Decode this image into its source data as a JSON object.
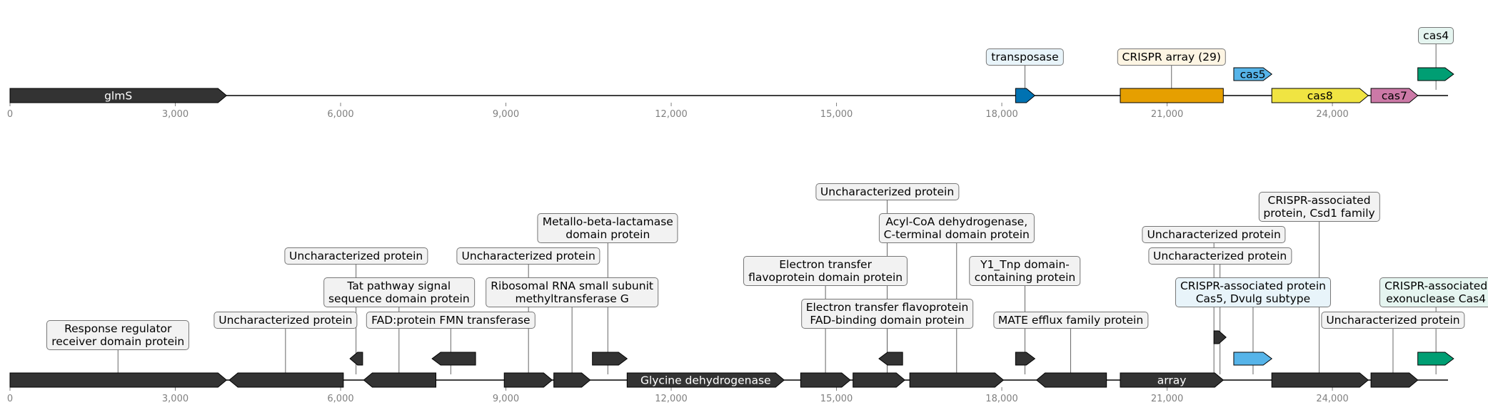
{
  "axis": {
    "ticks": [
      0,
      3000,
      6000,
      9000,
      12000,
      15000,
      18000,
      21000,
      24000
    ],
    "tick_labels": [
      "0",
      "3,000",
      "6,000",
      "9,000",
      "12,000",
      "15,000",
      "18,000",
      "21,000",
      "24,000"
    ]
  },
  "colors": {
    "dark": "#333333",
    "blue": "#0072b2",
    "orange": "#e69f00",
    "sky": "#56b4e9",
    "yellow": "#f0e442",
    "pink": "#cc79a7",
    "green": "#009e73"
  },
  "tracks": [
    {
      "id": "top",
      "genes": [
        {
          "start": 0,
          "end": 3930,
          "strand": 1,
          "color": "dark",
          "label": "glmS"
        },
        {
          "start": 18250,
          "end": 18600,
          "strand": 1,
          "color": "blue",
          "label": ""
        },
        {
          "start": 20150,
          "end": 22020,
          "strand": 0,
          "color": "orange",
          "label": ""
        },
        {
          "start": 22900,
          "end": 24650,
          "strand": 1,
          "color": "yellow",
          "label": "cas8"
        },
        {
          "start": 24700,
          "end": 25550,
          "strand": 1,
          "color": "pink",
          "label": "cas7"
        }
      ],
      "raised": [
        {
          "start": 22210,
          "end": 22900,
          "strand": 1,
          "color": "sky",
          "label": "cas5"
        },
        {
          "start": 25550,
          "end": 26200,
          "strand": 1,
          "color": "green",
          "label": ""
        }
      ],
      "callouts": [
        {
          "pos": 18420,
          "text": "transposase",
          "level": 1,
          "bg": "#e8f4fa"
        },
        {
          "pos": 21080,
          "text": "CRISPR array (29)",
          "level": 1,
          "bg": "#fdf5e3"
        },
        {
          "pos": 25880,
          "text": "cas4",
          "level": 2,
          "bg": "#e5f5f0"
        }
      ]
    },
    {
      "id": "bottom",
      "genes": [
        {
          "start": 0,
          "end": 3930,
          "strand": 1,
          "color": "dark",
          "label": ""
        },
        {
          "start": 3980,
          "end": 6050,
          "strand": -1,
          "color": "dark",
          "label": ""
        },
        {
          "start": 6420,
          "end": 7730,
          "strand": -1,
          "color": "dark",
          "label": ""
        },
        {
          "start": 8970,
          "end": 9840,
          "strand": 1,
          "color": "dark",
          "label": ""
        },
        {
          "start": 9870,
          "end": 10530,
          "strand": 1,
          "color": "dark",
          "label": ""
        },
        {
          "start": 11200,
          "end": 14050,
          "strand": 1,
          "color": "dark",
          "label": "Glycine dehydrogenase"
        },
        {
          "start": 14350,
          "end": 15250,
          "strand": 1,
          "color": "dark",
          "label": ""
        },
        {
          "start": 15300,
          "end": 16240,
          "strand": 1,
          "color": "dark",
          "label": ""
        },
        {
          "start": 16330,
          "end": 18030,
          "strand": 1,
          "color": "dark",
          "label": ""
        },
        {
          "start": 18630,
          "end": 19900,
          "strand": -1,
          "color": "dark",
          "label": ""
        },
        {
          "start": 20150,
          "end": 22020,
          "strand": 1,
          "color": "dark",
          "label": "array"
        },
        {
          "start": 22900,
          "end": 24650,
          "strand": 1,
          "color": "dark",
          "label": ""
        },
        {
          "start": 24700,
          "end": 25550,
          "strand": 1,
          "color": "dark",
          "label": ""
        }
      ],
      "raised": [
        {
          "start": 6170,
          "end": 6400,
          "strand": -1,
          "color": "dark",
          "label": ""
        },
        {
          "start": 7660,
          "end": 8450,
          "strand": -1,
          "color": "dark",
          "label": ""
        },
        {
          "start": 10570,
          "end": 11200,
          "strand": 1,
          "color": "dark",
          "label": ""
        },
        {
          "start": 15770,
          "end": 16200,
          "strand": -1,
          "color": "dark",
          "label": ""
        },
        {
          "start": 18250,
          "end": 18600,
          "strand": 1,
          "color": "dark",
          "label": ""
        },
        {
          "start": 22210,
          "end": 22900,
          "strand": 1,
          "color": "sky",
          "label": ""
        },
        {
          "start": 25550,
          "end": 26200,
          "strand": 1,
          "color": "green",
          "label": ""
        }
      ],
      "raised_high": [
        {
          "start": 21850,
          "end": 22070,
          "strand": 1,
          "color": "dark",
          "label": ""
        }
      ],
      "callouts": [
        {
          "pos": 1960,
          "text": "Response regulator\nreceiver domain protein",
          "level": 1,
          "bg": "#f2f2f2"
        },
        {
          "pos": 5000,
          "text": "Uncharacterized protein",
          "level": 2,
          "bg": "#f2f2f2"
        },
        {
          "pos": 6280,
          "text": "Uncharacterized protein",
          "level": 5,
          "bg": "#f2f2f2"
        },
        {
          "pos": 7060,
          "text": "Tat pathway signal\nsequence domain protein",
          "level": 3,
          "bg": "#f2f2f2"
        },
        {
          "pos": 8000,
          "text": "FAD:protein FMN transferase",
          "level": 2,
          "bg": "#f2f2f2"
        },
        {
          "pos": 9410,
          "text": "Uncharacterized protein",
          "level": 5,
          "bg": "#f2f2f2"
        },
        {
          "pos": 10200,
          "text": "Ribosomal RNA small subunit\nmethyltransferase G",
          "level": 3,
          "bg": "#f2f2f2"
        },
        {
          "pos": 10850,
          "text": "Metallo-beta-lactamase\ndomain protein",
          "level": 6,
          "bg": "#f2f2f2"
        },
        {
          "pos": 14800,
          "text": "Electron transfer\nflavoprotein domain protein",
          "level": 4,
          "bg": "#f2f2f2"
        },
        {
          "pos": 15920,
          "text": "Electron transfer flavoprotein\nFAD-binding domain protein",
          "level": 2,
          "bg": "#f2f2f2"
        },
        {
          "pos": 15920,
          "text": "Uncharacterized protein",
          "level": 8,
          "bg": "#f2f2f2"
        },
        {
          "pos": 17180,
          "text": "Acyl-CoA dehydrogenase,\nC-terminal domain protein",
          "level": 6,
          "bg": "#f2f2f2"
        },
        {
          "pos": 18420,
          "text": "Y1_Tnp domain-\ncontaining protein",
          "level": 4,
          "bg": "#f2f2f2"
        },
        {
          "pos": 19250,
          "text": "MATE efflux family protein",
          "level": 2,
          "bg": "#f2f2f2"
        },
        {
          "pos": 21850,
          "text": "Uncharacterized protein",
          "level": 6,
          "bg": "#f2f2f2"
        },
        {
          "pos": 21960,
          "text": "Uncharacterized protein",
          "level": 5,
          "bg": "#f2f2f2"
        },
        {
          "pos": 22560,
          "text": "CRISPR-associated protein\nCas5, Dvulg subtype",
          "level": 3,
          "bg": "#e8f4fa"
        },
        {
          "pos": 23760,
          "text": "CRISPR-associated\nprotein, Csd1 family",
          "level": 7,
          "bg": "#f2f2f2"
        },
        {
          "pos": 25100,
          "text": "Uncharacterized protein",
          "level": 2,
          "bg": "#f2f2f2"
        },
        {
          "pos": 25880,
          "text": "CRISPR-associated\nexonuclease Cas4",
          "level": 3,
          "bg": "#e5f5f0"
        }
      ]
    }
  ]
}
